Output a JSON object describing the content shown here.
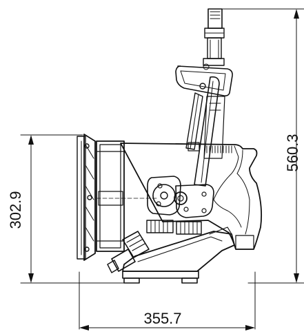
{
  "dimensions": {
    "height": "302.9",
    "overall_height": "560.3",
    "depth": "355.7"
  }
}
